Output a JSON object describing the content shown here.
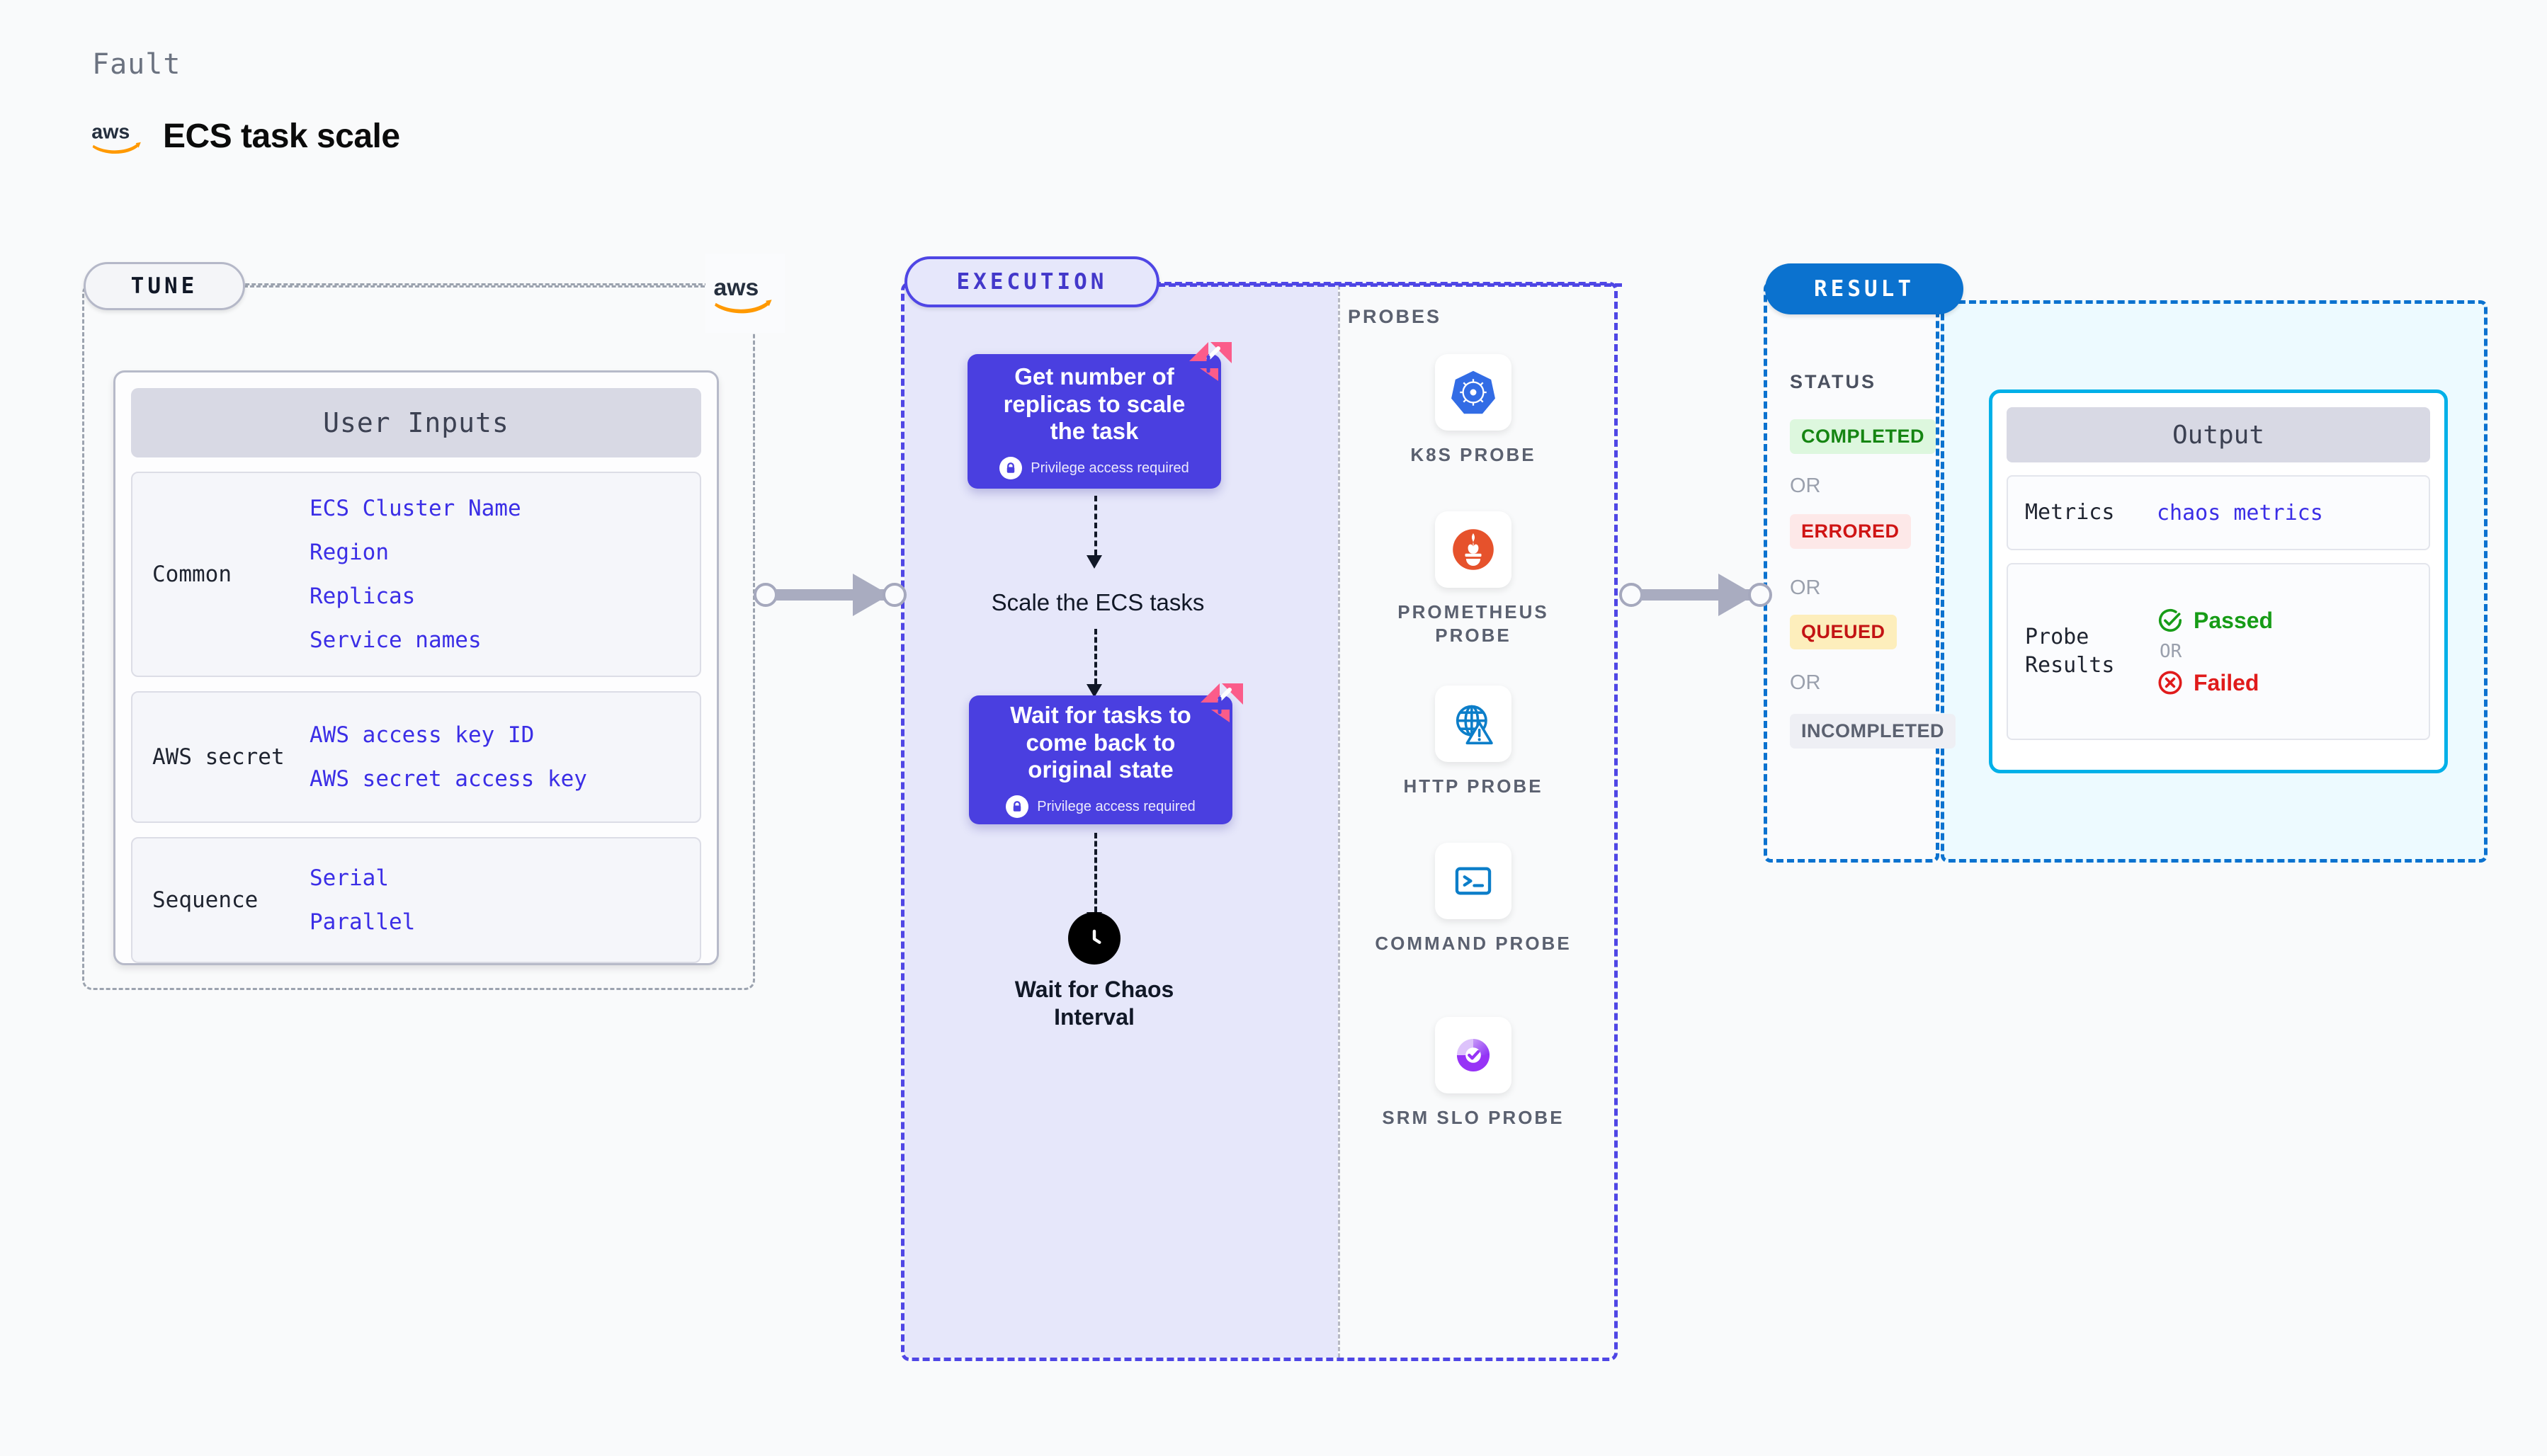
{
  "header": {
    "kicker": "Fault",
    "title": "ECS task scale",
    "logo_icon": "aws-logo-icon"
  },
  "tune": {
    "badge": "TUNE",
    "connector_logo_icon": "aws-logo-icon",
    "card_title": "User Inputs",
    "groups": [
      {
        "label": "Common",
        "values": [
          "ECS Cluster Name",
          "Region",
          "Replicas",
          "Service names"
        ]
      },
      {
        "label": "AWS secret",
        "values": [
          "AWS access key ID",
          "AWS secret access key"
        ]
      },
      {
        "label": "Sequence",
        "values": [
          "Serial",
          "Parallel"
        ]
      }
    ]
  },
  "execution": {
    "badge": "EXECUTION",
    "steps": [
      {
        "type": "card",
        "title": "Get number of replicas to scale the task",
        "privilege": "Privilege access required",
        "lock_icon": "lock-icon",
        "brand_icon": "litmus-chaos-icon"
      },
      {
        "type": "label",
        "title": "Scale the ECS tasks"
      },
      {
        "type": "card",
        "title": "Wait for tasks to come back to original state",
        "privilege": "Privilege access required",
        "lock_icon": "lock-icon",
        "brand_icon": "litmus-chaos-icon"
      },
      {
        "type": "clock",
        "title": "Wait for Chaos Interval",
        "icon": "clock-icon"
      }
    ]
  },
  "probes": {
    "title": "PROBES",
    "items": [
      {
        "label": "K8S PROBE",
        "icon": "kubernetes-icon"
      },
      {
        "label": "PROMETHEUS PROBE",
        "icon": "prometheus-icon"
      },
      {
        "label": "HTTP PROBE",
        "icon": "http-globe-warning-icon"
      },
      {
        "label": "COMMAND PROBE",
        "icon": "terminal-icon"
      },
      {
        "label": "SRM SLO PROBE",
        "icon": "srm-slo-icon"
      }
    ]
  },
  "result": {
    "badge": "RESULT",
    "status_title": "STATUS",
    "or_label": "OR",
    "statuses": [
      {
        "label": "COMPLETED",
        "bg": "#ddf7de",
        "fg": "#158512"
      },
      {
        "label": "ERRORED",
        "bg": "#fde8e8",
        "fg": "#cf1414"
      },
      {
        "label": "QUEUED",
        "bg": "#fdeebc",
        "fg": "#c31414"
      },
      {
        "label": "INCOMPLETED",
        "bg": "#eeeff4",
        "fg": "#5b6170"
      }
    ],
    "output": {
      "title": "Output",
      "rows": [
        {
          "label": "Metrics",
          "value": "chaos metrics"
        },
        {
          "label": "Probe Results",
          "passed": "Passed",
          "failed": "Failed",
          "or_label": "OR",
          "passed_icon": "check-circle-icon",
          "failed_icon": "x-circle-icon"
        }
      ]
    }
  },
  "colors": {
    "page_bg": "#f9fafb",
    "tune_border": "#9ca3af",
    "execution_accent": "#4f46e5",
    "execution_fill": "#e6e7fa",
    "execution_card": "#4a3fe0",
    "result_accent": "#0b72cf",
    "result_fill": "#edfaff",
    "output_border": "#00b0e8",
    "value_text": "#3b2ee6",
    "aws_orange": "#f90",
    "litmus_pink": "#fb5c8a",
    "connector_gray": "#a9acc0"
  }
}
